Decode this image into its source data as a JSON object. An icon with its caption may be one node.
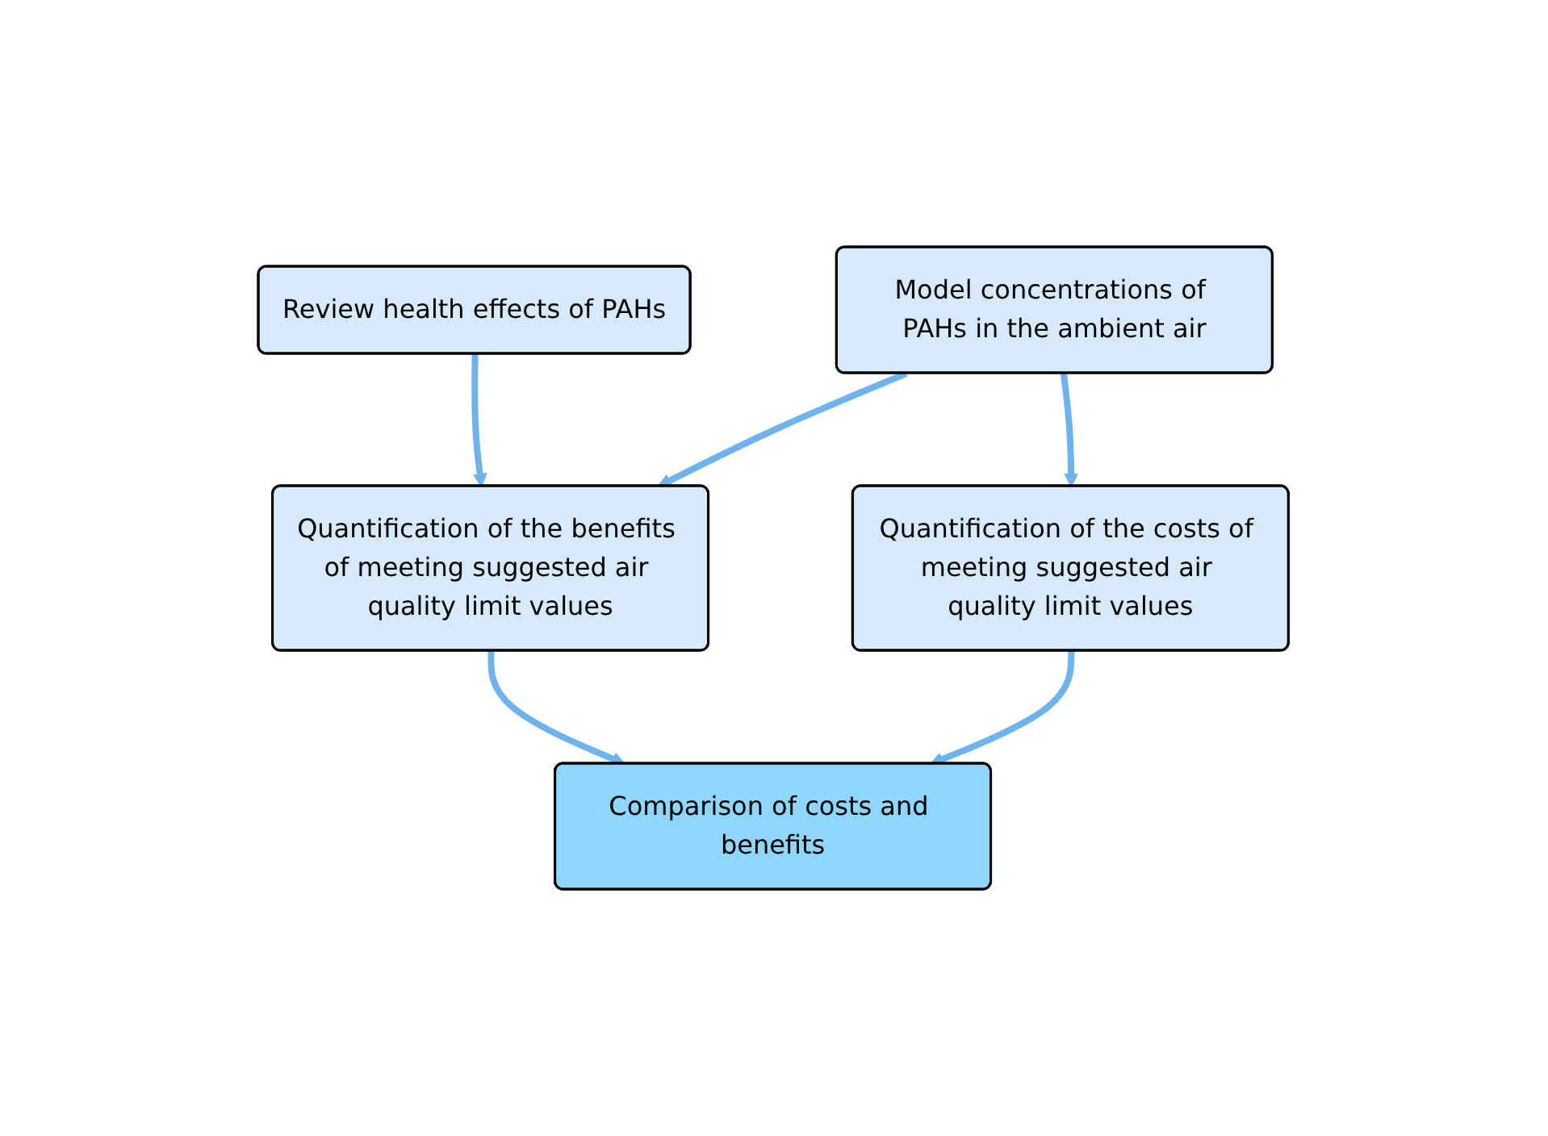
{
  "diagram": {
    "nodes": [
      {
        "text": [
          "Review health effects of PAHs"
        ]
      },
      {
        "text": [
          "Model concentrations of PAHs in the ambient air"
        ]
      },
      {
        "text": [
          "Quantification of the benefits of meeting suggested air quality limit values"
        ]
      },
      {
        "text": [
          "Quantification of the costs of meeting suggested air quality limit values"
        ]
      },
      {
        "text": [
          "Comparison of costs and benefits"
        ]
      }
    ],
    "edges": [
      {
        "from": 0,
        "to": 2,
        "arrow": "to"
      },
      {
        "from": 1,
        "to": 2,
        "arrow": "to"
      },
      {
        "from": 1,
        "to": 3,
        "arrow": "to"
      },
      {
        "from": 2,
        "to": 4,
        "arrow": "to"
      },
      {
        "from": 3,
        "to": 4,
        "arrow": "to"
      }
    ]
  }
}
